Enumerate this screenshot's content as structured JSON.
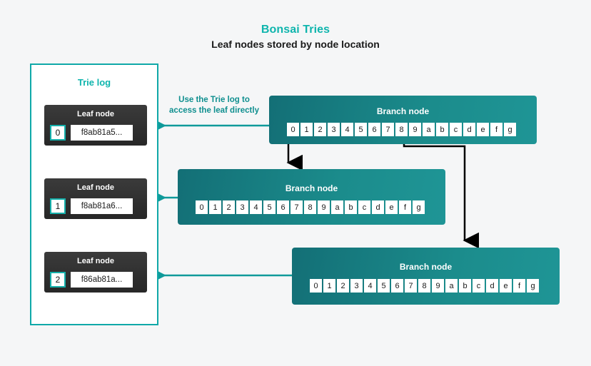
{
  "header": {
    "title": "Bonsai Tries",
    "subtitle": "Leaf nodes stored by node location"
  },
  "trie_log": {
    "panel_title": "Trie log",
    "leaf_nodes": [
      {
        "label": "Leaf node",
        "index": "0",
        "hash": "f8ab81a5..."
      },
      {
        "label": "Leaf node",
        "index": "1",
        "hash": "f8ab81a6..."
      },
      {
        "label": "Leaf node",
        "index": "2",
        "hash": "f86ab81a..."
      }
    ]
  },
  "annotation": {
    "line1": "Use the Trie log to",
    "line2": "access the leaf directly"
  },
  "branch_nodes": [
    {
      "label": "Branch node",
      "cells": [
        "0",
        "1",
        "2",
        "3",
        "4",
        "5",
        "6",
        "7",
        "8",
        "9",
        "a",
        "b",
        "c",
        "d",
        "e",
        "f",
        "g"
      ]
    },
    {
      "label": "Branch node",
      "cells": [
        "0",
        "1",
        "2",
        "3",
        "4",
        "5",
        "6",
        "7",
        "8",
        "9",
        "a",
        "b",
        "c",
        "d",
        "e",
        "f",
        "g"
      ]
    },
    {
      "label": "Branch node",
      "cells": [
        "0",
        "1",
        "2",
        "3",
        "4",
        "5",
        "6",
        "7",
        "8",
        "9",
        "a",
        "b",
        "c",
        "d",
        "e",
        "f",
        "g"
      ]
    }
  ],
  "colors": {
    "background": "#f5f6f7",
    "accent_teal": "#0fb5ad",
    "panel_border": "#0fa8a8",
    "branch_fill": "#1b8c8c",
    "leaf_fill": "#2f2f2f",
    "arrow_teal": "#0f9a9a",
    "arrow_black": "#000000",
    "annotation_text": "#0f8f8f"
  }
}
